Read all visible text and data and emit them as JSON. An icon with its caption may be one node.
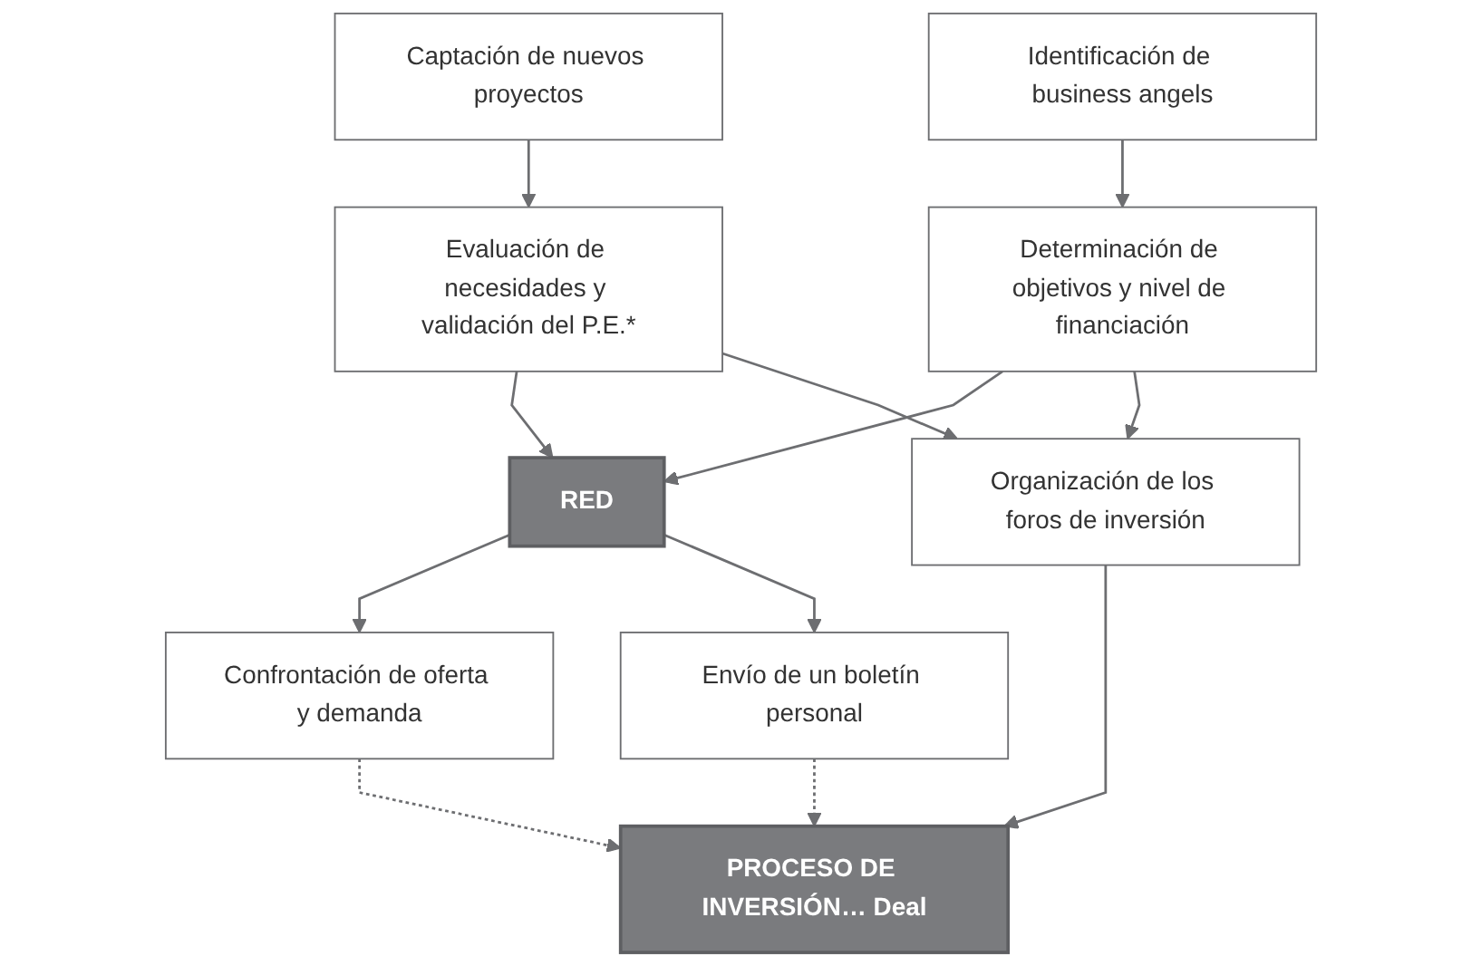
{
  "diagram": {
    "nodes": [
      {
        "text": [
          "Captación de nuevos proyectos"
        ]
      },
      {
        "text": [
          "Identificación de business angels"
        ]
      },
      {
        "text": [
          "Evaluación de necesidades y validación del P.E.*"
        ]
      },
      {
        "text": [
          "Determinación de objetivos y nivel de financiación"
        ]
      },
      {
        "text": [
          "RED"
        ]
      },
      {
        "text": [
          "Confrontación de oferta y demanda"
        ]
      },
      {
        "text": [
          "Envío de un boletín personal"
        ]
      },
      {
        "text": [
          "Organización de los foros de inversión"
        ]
      },
      {
        "text": [
          "PROCESO DE INVERSIÓN… Deal"
        ]
      }
    ],
    "edges": [
      {
        "from": 0,
        "to": 2,
        "arrow": "to"
      },
      {
        "from": 1,
        "to": 3,
        "arrow": "to"
      },
      {
        "from": 2,
        "to": 4,
        "arrow": "to"
      },
      {
        "from": 3,
        "to": 4,
        "arrow": "to"
      },
      {
        "from": 4,
        "to": 5,
        "arrow": "to"
      },
      {
        "from": 4,
        "to": 6,
        "arrow": "to"
      },
      {
        "from": 2,
        "to": 7,
        "arrow": "to"
      },
      {
        "from": 3,
        "to": 7,
        "arrow": "to"
      },
      {
        "from": 5,
        "to": 8,
        "arrow": "to",
        "style": "dashed"
      },
      {
        "from": 7,
        "to": 8,
        "arrow": "to"
      },
      {
        "from": 6,
        "to": 8,
        "arrow": "to",
        "style": "dashed"
      }
    ]
  }
}
